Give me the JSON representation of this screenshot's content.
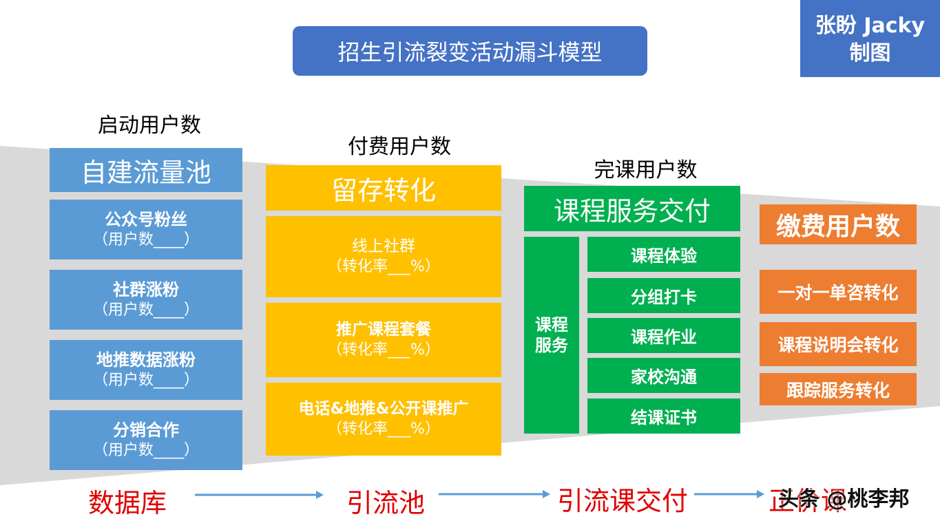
{
  "title": "招生引流裂变活动漏斗模型",
  "author": {
    "line1": "张盼 Jacky",
    "line2": "制图"
  },
  "columns": {
    "start_users": {
      "label": "启动用户数",
      "head": "自建流量池",
      "cards": [
        {
          "name": "公众号粉丝",
          "metric": "（用户数____）"
        },
        {
          "name": "社群涨粉",
          "metric": "（用户数____）"
        },
        {
          "name": "地推数据涨粉",
          "metric": "（用户数____）"
        },
        {
          "name": "分销合作",
          "metric": "（用户数____）"
        }
      ]
    },
    "paid_users": {
      "label": "付费用户数",
      "head": "留存转化",
      "cards": [
        {
          "name": "线上社群",
          "metric": "（转化率___%）"
        },
        {
          "name": "推广课程套餐",
          "metric": "（转化率___%）"
        },
        {
          "name": "电话&地推&公开课推广",
          "metric": "（转化率___%）"
        }
      ]
    },
    "completed_users": {
      "label": "完课用户数",
      "head": "课程服务交付",
      "side": "课程\n服务",
      "items": [
        "课程体验",
        "分组打卡",
        "课程作业",
        "家校沟通",
        "结课证书"
      ]
    },
    "paying_users": {
      "head": "缴费用户数",
      "items": [
        "一对一单咨转化",
        "课程说明会转化",
        "跟踪服务转化"
      ]
    }
  },
  "stages": [
    "数据库",
    "引流池",
    "引流课交付",
    "正价课"
  ],
  "watermark": "头条 @桃李邦",
  "colors": {
    "blue": "#5b9bd5",
    "yellow": "#ffc000",
    "green": "#00b050",
    "orange": "#ed7d31",
    "title_bg": "#4472c4",
    "stage_red": "#e00000"
  }
}
